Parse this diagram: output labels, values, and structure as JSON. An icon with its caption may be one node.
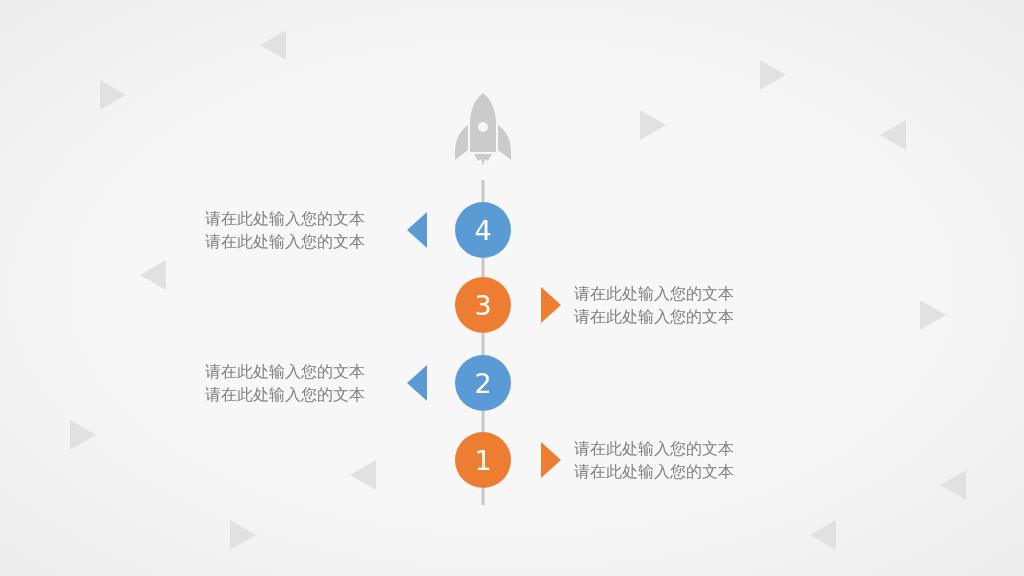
{
  "diagram": {
    "nodes": [
      {
        "text": [
          "4"
        ]
      },
      {
        "text": [
          "请在此处输入您的文本",
          "请在此处输入您的文本"
        ]
      },
      {
        "text": [
          "3"
        ]
      },
      {
        "text": [
          "请在此处输入您的文本",
          "请在此处输入您的文本"
        ]
      },
      {
        "text": [
          "2"
        ]
      },
      {
        "text": [
          "请在此处输入您的文本",
          "请在此处输入您的文本"
        ]
      },
      {
        "text": [
          "1"
        ]
      },
      {
        "text": [
          "请在此处输入您的文本",
          "请在此处输入您的文本"
        ]
      }
    ],
    "edges": [
      {
        "from": null,
        "to": 0,
        "arrow": "none"
      },
      {
        "from": 0,
        "to": 2,
        "arrow": "none"
      },
      {
        "from": 2,
        "to": 4,
        "arrow": "none"
      },
      {
        "from": 4,
        "to": 6,
        "arrow": "none"
      },
      {
        "from": 6,
        "to": null,
        "arrow": "none"
      },
      {
        "from": 0,
        "to": 1,
        "arrow": "to",
        "color": "#5b9bd5"
      },
      {
        "from": 2,
        "to": 3,
        "arrow": "to",
        "color": "#ed7d31"
      },
      {
        "from": 4,
        "to": 5,
        "arrow": "to",
        "color": "#5b9bd5"
      },
      {
        "from": 6,
        "to": 7,
        "arrow": "to",
        "color": "#ed7d31"
      }
    ]
  }
}
